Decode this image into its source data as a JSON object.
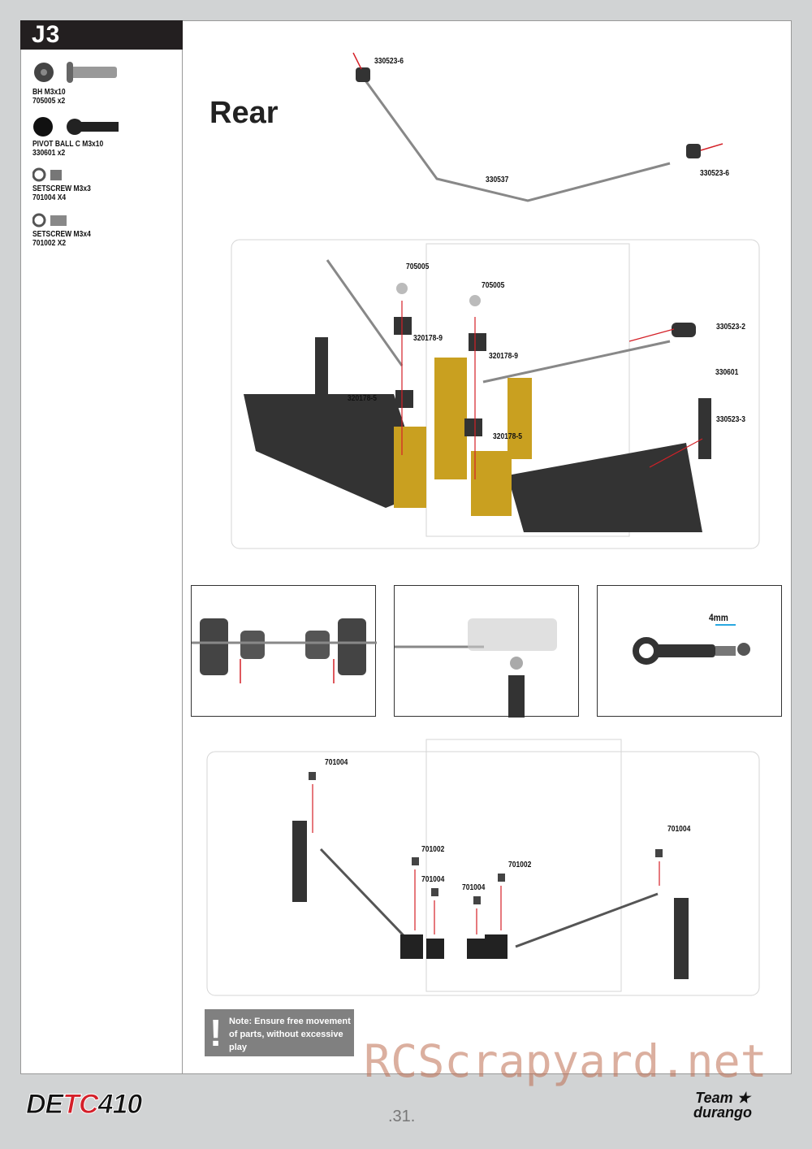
{
  "step": "J3",
  "parts": [
    {
      "name": "BH  M3x10",
      "code": "705005  x2"
    },
    {
      "name": "PIVOT BALL C  M3x10",
      "code": "330601  x2"
    },
    {
      "name": "SETSCREW  M3x3",
      "code": "701004  X4"
    },
    {
      "name": "SETSCREW  M3x4",
      "code": "701002  X2"
    }
  ],
  "title": "Rear",
  "labels_top": [
    "330523-6",
    "330537",
    "330523-6"
  ],
  "labels_mid": [
    "705005",
    "705005",
    "320178-9",
    "320178-9",
    "330523-2",
    "330601",
    "320178-5",
    "320178-5",
    "330523-3"
  ],
  "inset_label": "4mm",
  "labels_bottom": [
    "701004",
    "701004",
    "701002",
    "701004",
    "701002",
    "701004"
  ],
  "note": "Note: Ensure free movement of parts, without excessive play",
  "page_number": ".31.",
  "watermark": "RCScrapyard.net",
  "brand_logo": "DETC410",
  "brand_logo2": "Team durango",
  "colors": {
    "arrow": "#d42027",
    "gold": "#c9a020",
    "dark": "#333333"
  }
}
